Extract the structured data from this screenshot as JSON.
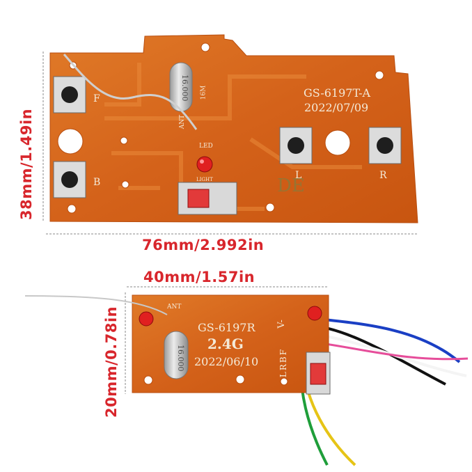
{
  "transmitter": {
    "model": "GS-6197T-A",
    "date": "2022/07/09",
    "crystal": "16.000",
    "crystal_note": "16M",
    "antenna_label": "ANT",
    "led_label": "LED",
    "switch_label": "LIGHT",
    "stamp": "DE",
    "buttons": [
      "F",
      "B",
      "L",
      "R"
    ]
  },
  "receiver": {
    "model": "GS-6197R",
    "band": "2.4G",
    "date": "2022/06/10",
    "crystal": "16.000",
    "antenna_label": "ANT",
    "pins_top": "V-",
    "pins_side": "LRBF"
  },
  "dimensions": {
    "tx_width": "76mm/2.992in",
    "tx_height": "38mm/1.49in",
    "rx_width": "40mm/1.57in",
    "rx_height": "20mm/0.78in"
  },
  "colors": {
    "pcb": "#d86a1e",
    "dimension": "#d8262c",
    "silkscreen": "#f4ead8"
  }
}
